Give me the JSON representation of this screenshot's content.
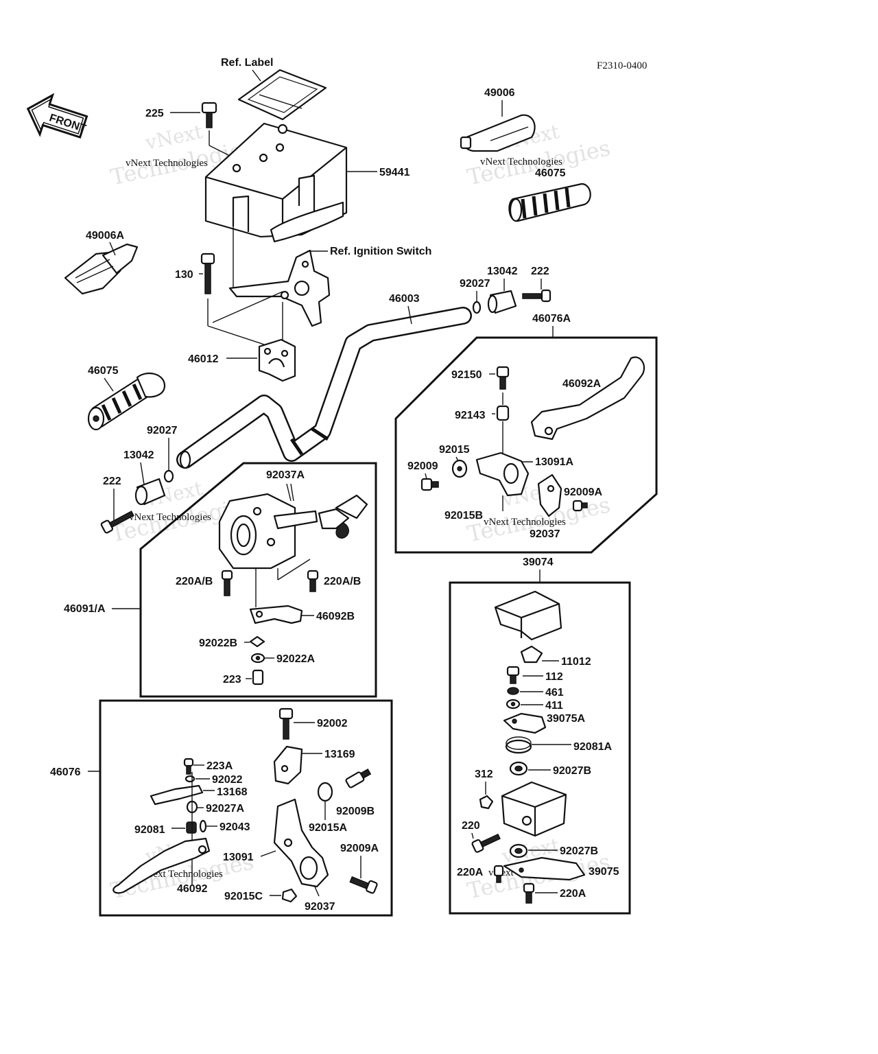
{
  "code": "F2310-0400",
  "front_arrow": {
    "text": "FRONT"
  },
  "watermark": {
    "line1": "vNext",
    "line2": "Technologies",
    "caption": "vNext Technologies"
  },
  "labels": {
    "ref_label": "Ref. Label",
    "ref_ignition_switch": "Ref. Ignition Switch",
    "p225": "225",
    "p59441": "59441",
    "p49006": "49006",
    "p46075_top": "46075",
    "p49006a": "49006A",
    "p130": "130",
    "p46003": "46003",
    "p92027_top": "92027",
    "p13042_top": "13042",
    "p222_top": "222",
    "p46076a": "46076A",
    "p46012": "46012",
    "p46075": "46075",
    "p92027": "92027",
    "p13042": "13042",
    "p222": "222",
    "p92037a": "92037A",
    "p220ab_left": "220A/B",
    "p220ab_right": "220A/B",
    "p46091a": "46091/A",
    "p46092b": "46092B",
    "p92022b": "92022B",
    "p92022a": "92022A",
    "p223": "223",
    "p92150": "92150",
    "p46092a": "46092A",
    "p92143": "92143",
    "p92015": "92015",
    "p13091a": "13091A",
    "p92009": "92009",
    "p92009a_r": "92009A",
    "p92015b": "92015B",
    "p92037_r": "92037",
    "p39074": "39074",
    "p11012": "11012",
    "p112": "112",
    "p461": "461",
    "p411": "411",
    "p39075a": "39075A",
    "p92081a": "92081A",
    "p92027b_1": "92027B",
    "p312": "312",
    "p220": "220",
    "p92027b_2": "92027B",
    "p220a_1": "220A",
    "p39075": "39075",
    "p220a_2": "220A",
    "p46076": "46076",
    "p92002": "92002",
    "p13169": "13169",
    "p223a": "223A",
    "p92022": "92022",
    "p13168": "13168",
    "p92027a": "92027A",
    "p92081": "92081",
    "p92043": "92043",
    "p92009b": "92009B",
    "p92015a": "92015A",
    "p13091": "13091",
    "p92009a_b": "92009A",
    "p46092": "46092",
    "p92015c": "92015C",
    "p92037_b": "92037"
  }
}
